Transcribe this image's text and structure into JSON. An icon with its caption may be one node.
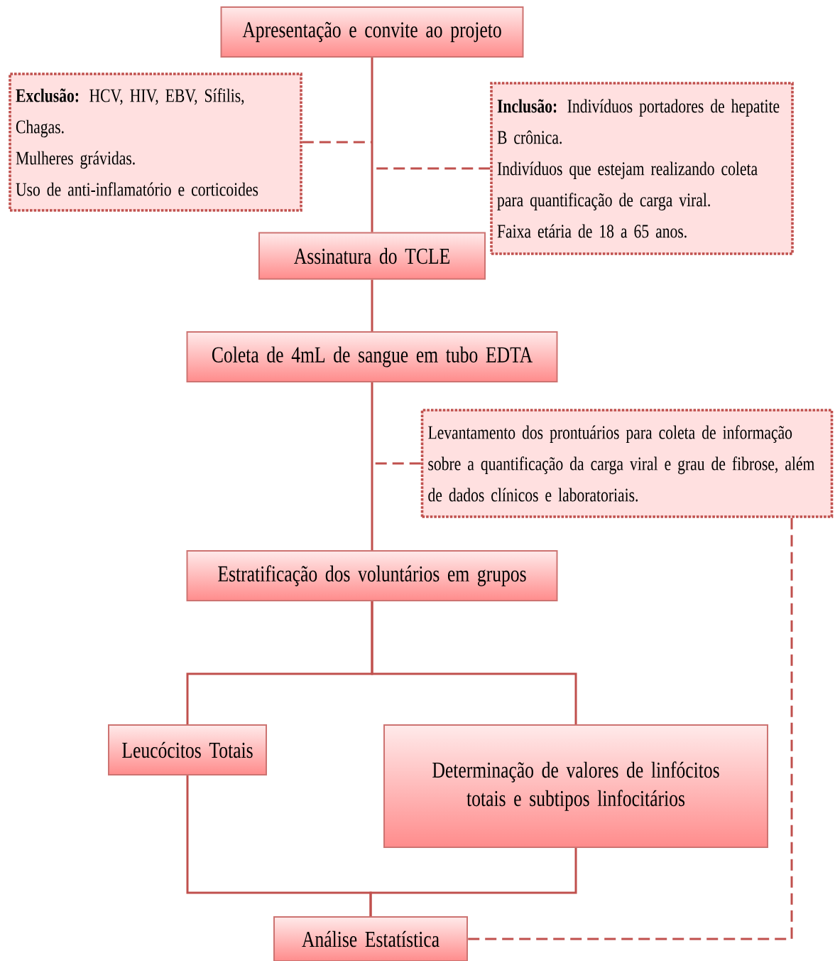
{
  "diagram": {
    "nodes": [
      {
        "text": [
          "Apresentação e convite ao projeto"
        ]
      },
      {
        "text": [
          "**Exclusão:** HCV, HIV, EBV, Sífilis, Chagas.",
          "Mulheres grávidas.",
          "Uso de anti-inflamatório e corticoides"
        ]
      },
      {
        "text": [
          "**Inclusão:** Indivíduos portadores de hepatite B crônica.",
          "Indivíduos que estejam realizando coleta para quantificação de carga viral.",
          "Faixa etária de 18 a 65 anos."
        ]
      },
      {
        "text": [
          "Assinatura do TCLE"
        ]
      },
      {
        "text": [
          "Coleta de 4mL de sangue em tubo EDTA"
        ]
      },
      {
        "text": [
          "Levantamento dos prontuários para coleta de informação sobre a quantificação da carga viral e grau de fibrose, além de dados clínicos e laboratoriais."
        ]
      },
      {
        "text": [
          "Estratificação dos voluntários em grupos"
        ]
      },
      {
        "text": [
          "Leucócitos Totais"
        ]
      },
      {
        "text": [
          "Determinação de valores de linfócitos totais e subtipos linfocitários"
        ]
      },
      {
        "text": [
          "Análise Estatística"
        ]
      }
    ],
    "edges": [
      {
        "from": 0,
        "to": 3,
        "arrow": "none"
      },
      {
        "from": 1,
        "to": null,
        "arrow": "none",
        "style": "dashed"
      },
      {
        "from": 2,
        "to": null,
        "arrow": "none",
        "style": "dashed"
      },
      {
        "from": 3,
        "to": 4,
        "arrow": "none"
      },
      {
        "from": 4,
        "to": 6,
        "arrow": "none"
      },
      {
        "from": 5,
        "to": null,
        "arrow": "none",
        "style": "dashed"
      },
      {
        "from": 6,
        "to": 7,
        "arrow": "none"
      },
      {
        "from": 6,
        "to": 8,
        "arrow": "none"
      },
      {
        "from": 7,
        "to": 9,
        "arrow": "none"
      },
      {
        "from": 8,
        "to": 9,
        "arrow": "none"
      },
      {
        "from": 5,
        "to": 9,
        "arrow": "none",
        "style": "dashed"
      }
    ]
  }
}
